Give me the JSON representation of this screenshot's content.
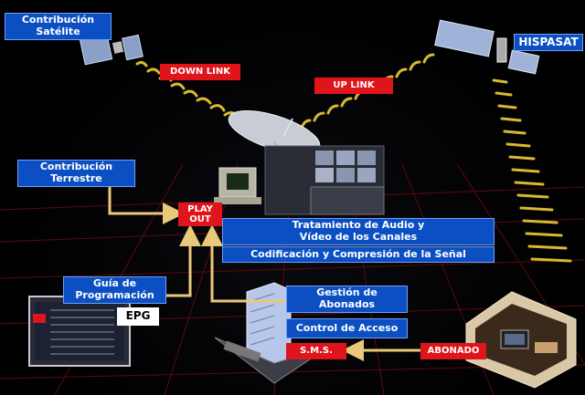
{
  "labels": {
    "contribucion_satelite": "Contribución\nSatélite",
    "hispasat": "HISPASAT",
    "down_link": "DOWN LINK",
    "up_link": "UP LINK",
    "contribucion_terrestre": "Contribución\nTerrestre",
    "play_out": "PLAY\nOUT",
    "tratamiento": "Tratamiento de Audio y\nVídeo de los Canales",
    "codificacion": "Codificación y Compresión de la Señal",
    "guia": "Guía de\nProgramación",
    "epg": "EPG",
    "gestion": "Gestión de\nAbonados",
    "control": "Control de Acceso",
    "sms": "S.M.S.",
    "abonado": "ABONADO"
  },
  "colors": {
    "label_blue": "#0b4fc2",
    "label_red": "#e0141b",
    "arrow_yellow": "#e8c97a",
    "grid_red": "#5a0a0a",
    "signal_yellow": "#d8b830"
  }
}
